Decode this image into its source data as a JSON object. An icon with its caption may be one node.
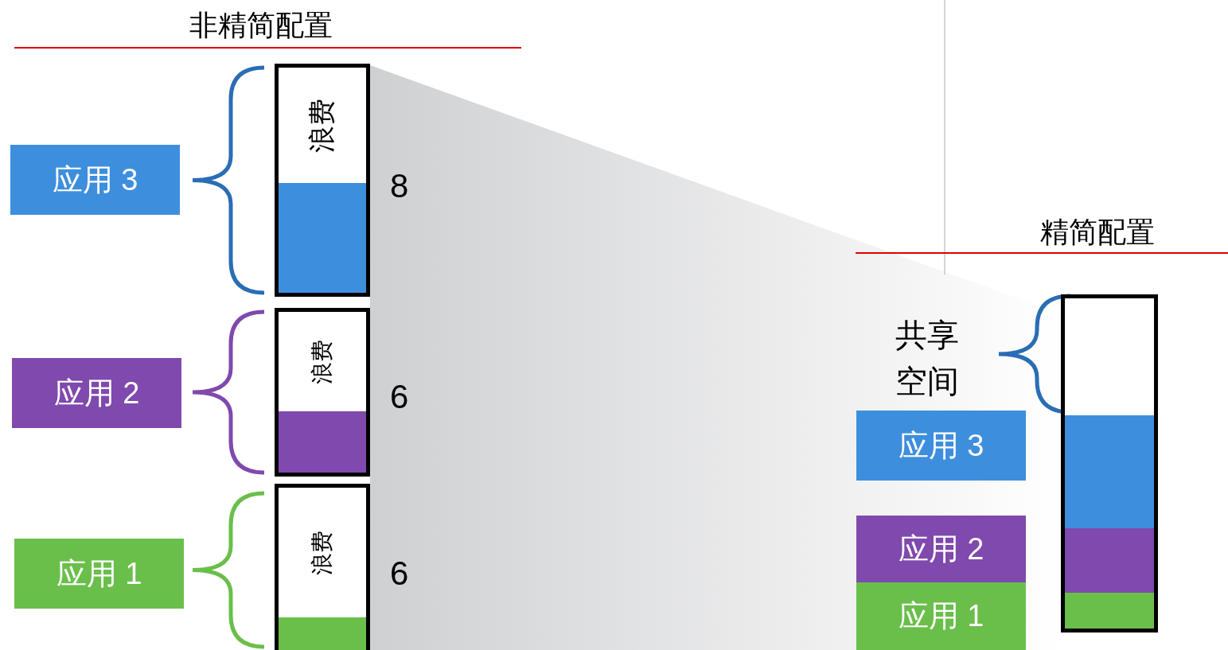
{
  "diagram": {
    "nodes": [
      {
        "text": [
          "应用 3"
        ]
      },
      {
        "text": [
          "浪费"
        ],
        "beside": [
          "8"
        ]
      },
      {
        "text": [
          "应用 2"
        ]
      },
      {
        "text": [
          "浪费"
        ],
        "beside": [
          "6"
        ]
      },
      {
        "text": [
          "应用 1"
        ]
      },
      {
        "text": [
          "浪费"
        ],
        "beside": [
          "6"
        ]
      },
      {
        "text": [
          "应用 3"
        ]
      },
      {
        "text": [
          "应用 2"
        ]
      },
      {
        "text": [
          "应用 1"
        ]
      },
      {
        "text": [],
        "shape": "bar"
      }
    ],
    "edges": [],
    "labels": [
      "非精简配置",
      "精简配置",
      "共享空间"
    ]
  }
}
